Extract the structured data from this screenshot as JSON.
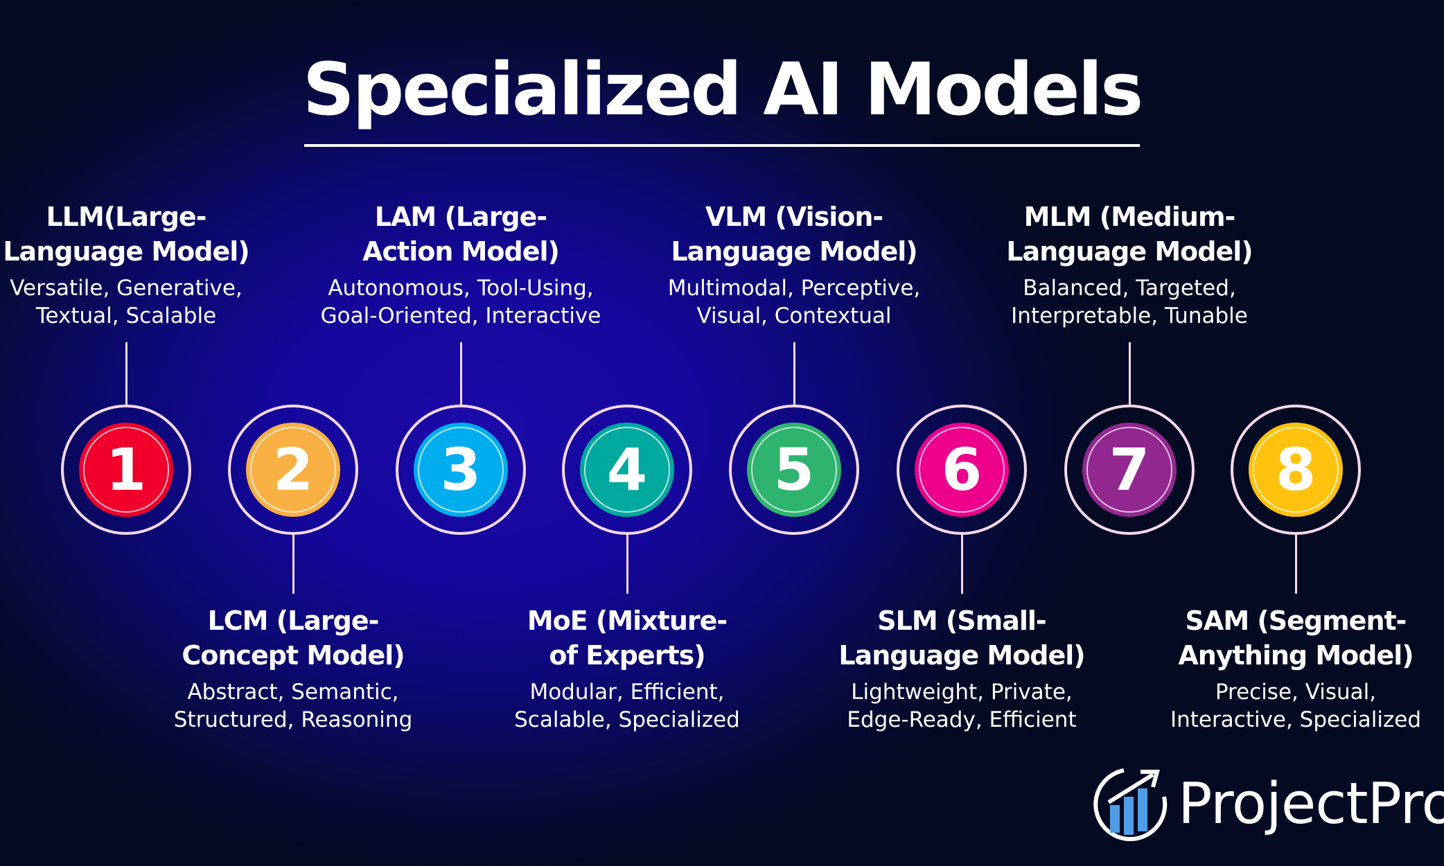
{
  "title": "Specialized AI Models",
  "items": [
    {
      "num": "1",
      "t1": "LLM(Large-",
      "t2": "Language Model)",
      "d1": "Versatile, Generative,",
      "d2": "Textual, Scalable",
      "color": "#f0002a",
      "pos": "top"
    },
    {
      "num": "2",
      "t1": "LCM (Large-",
      "t2": "Concept Model)",
      "d1": "Abstract, Semantic,",
      "d2": "Structured, Reasoning",
      "color": "#f9b044",
      "pos": "bottom"
    },
    {
      "num": "3",
      "t1": "LAM (Large-",
      "t2": "Action Model)",
      "d1": "Autonomous, Tool-Using,",
      "d2": "Goal-Oriented, Interactive",
      "color": "#00aeef",
      "pos": "top"
    },
    {
      "num": "4",
      "t1": "MoE (Mixture-",
      "t2": "of Experts)",
      "d1": "Modular, Efficient,",
      "d2": "Scalable, Specialized",
      "color": "#00a99d",
      "pos": "bottom"
    },
    {
      "num": "5",
      "t1": "VLM (Vision-",
      "t2": "Language Model)",
      "d1": "Multimodal, Perceptive,",
      "d2": "Visual, Contextual",
      "color": "#2eb46e",
      "pos": "top"
    },
    {
      "num": "6",
      "t1": "SLM (Small-",
      "t2": "Language Model)",
      "d1": "Lightweight, Private,",
      "d2": "Edge-Ready, Efficient",
      "color": "#ec008c",
      "pos": "bottom"
    },
    {
      "num": "7",
      "t1": "MLM (Medium-",
      "t2": "Language Model)",
      "d1": "Balanced, Targeted,",
      "d2": "Interpretable, Tunable",
      "color": "#92278f",
      "pos": "top"
    },
    {
      "num": "8",
      "t1": "SAM (Segment-",
      "t2": "Anything Model)",
      "d1": "Precise, Visual,",
      "d2": "Interactive, Specialized",
      "color": "#ffc20e",
      "pos": "bottom"
    }
  ],
  "logo": {
    "text": "ProjectPro",
    "bar_color": "#4f9de6"
  }
}
